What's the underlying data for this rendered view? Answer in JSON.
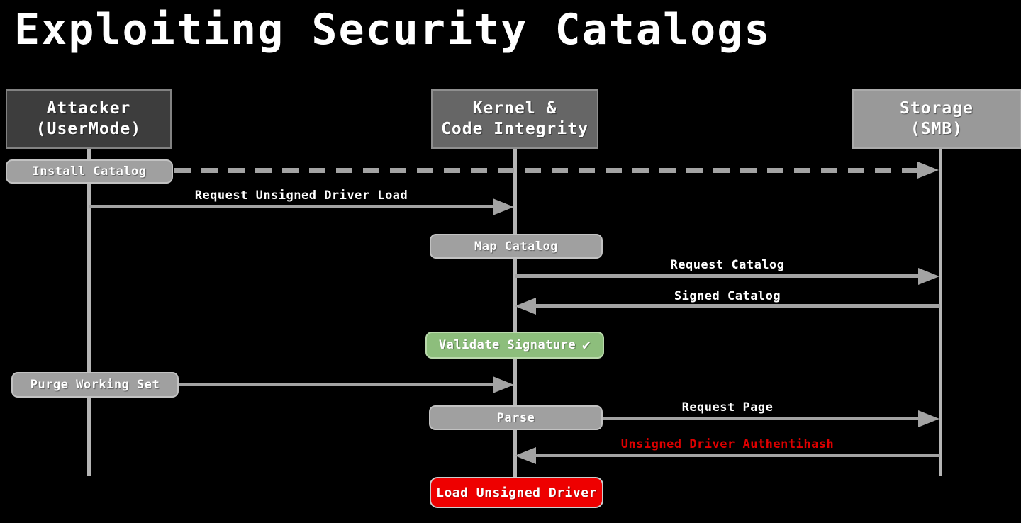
{
  "title": "Exploiting Security Catalogs",
  "actors": [
    {
      "line1": "Attacker",
      "line2": "(UserMode)"
    },
    {
      "line1": "Kernel &",
      "line2": "Code Integrity"
    },
    {
      "line1": "Storage",
      "line2": "(SMB)"
    }
  ],
  "nodes": {
    "install_catalog": "Install Catalog",
    "map_catalog": "Map Catalog",
    "validate_signature": "Validate Signature",
    "validate_signature_check": "✔",
    "purge_working_set": "Purge Working Set",
    "parse": "Parse",
    "load_unsigned_driver": "Load Unsigned Driver"
  },
  "messages": {
    "request_unsigned_driver_load": "Request Unsigned Driver Load",
    "request_catalog": "Request Catalog",
    "signed_catalog": "Signed Catalog",
    "request_page": "Request Page",
    "unsigned_driver_authentihash": "Unsigned Driver Authentihash"
  },
  "colors": {
    "background": "#000000",
    "attacker_fill": "#3d3d3d",
    "kernel_fill": "#666666",
    "storage_fill": "#999999",
    "node_fill": "#a0a0a0",
    "node_border": "#c2c2c2",
    "success_fill": "#8dbe7c",
    "success_border": "#bad9ac",
    "danger_fill": "#ee0000",
    "danger_border": "#cccccc",
    "danger_text": "#dd0000",
    "line": "#a3a3a3",
    "lifeline": "#b5b5b5",
    "text": "#ffffff"
  }
}
